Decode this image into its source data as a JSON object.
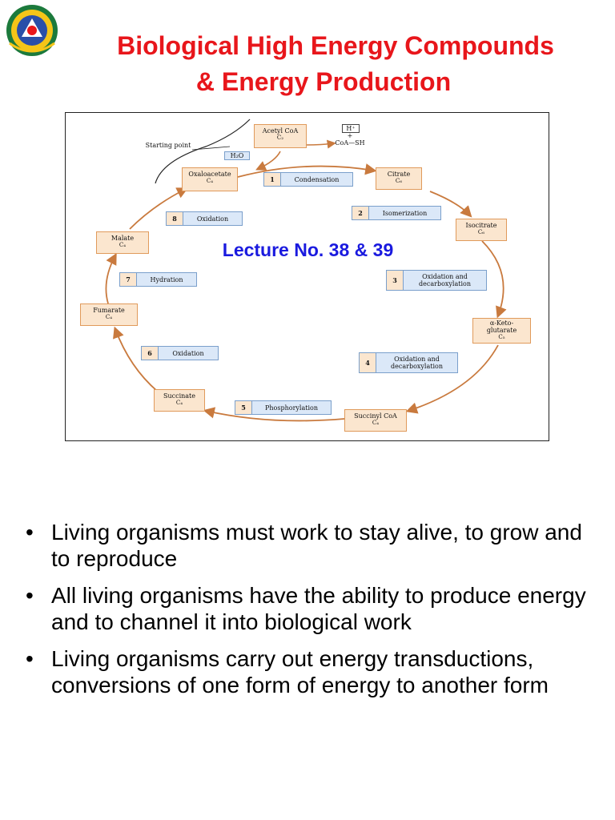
{
  "slide": {
    "title_line1": "Biological High Energy Compounds",
    "title_line2": "& Energy  Production",
    "lecture": "Lecture No. 38 & 39"
  },
  "logo": {
    "icon": "university-seal-icon",
    "colors": [
      "#1c7a3c",
      "#f5c518",
      "#2a4fa8",
      "#e8161b"
    ]
  },
  "diagram": {
    "starting_point": "Starting point",
    "h2o": "H₂O",
    "acetyl_coa": {
      "name": "Acetyl CoA",
      "sub": "C₂"
    },
    "h_plus": "H⁺",
    "plus": "+",
    "coa_sh": "CoA—SH",
    "nodes": {
      "oxaloacetate": {
        "name": "Oxaloacetate",
        "sub": "C₄"
      },
      "citrate": {
        "name": "Citrate",
        "sub": "C₆"
      },
      "isocitrate": {
        "name": "Isocitrate",
        "sub": "C₆"
      },
      "ketoglutarate": {
        "name": "α-Keto-",
        "name2": "glutarate",
        "sub": "C₅"
      },
      "succinyl_coa": {
        "name": "Succinyl CoA",
        "sub": "C₄"
      },
      "succinate": {
        "name": "Succinate",
        "sub": "C₄"
      },
      "fumarate": {
        "name": "Fumarate",
        "sub": "C₄"
      },
      "malate": {
        "name": "Malate",
        "sub": "C₄"
      }
    },
    "steps": [
      {
        "num": "1",
        "label": "Condensation"
      },
      {
        "num": "2",
        "label": "Isomerization"
      },
      {
        "num": "3",
        "label": "Oxidation and decarboxylation"
      },
      {
        "num": "4",
        "label": "Oxidation and decarboxylation"
      },
      {
        "num": "5",
        "label": "Phosphorylation"
      },
      {
        "num": "6",
        "label": "Oxidation"
      },
      {
        "num": "7",
        "label": "Hydration"
      },
      {
        "num": "8",
        "label": "Oxidation"
      }
    ],
    "arrow_color": "#c97a3e"
  },
  "bullets": [
    "Living organisms must work to stay alive, to grow and to reproduce",
    "All living organisms  have the ability to produce energy and to channel it into biological work",
    "Living organisms carry out energy transductions, conversions of one form of energy to another form"
  ],
  "bullet_glyph": "•",
  "colors": {
    "title": "#e8161b",
    "lecture": "#1a1adf"
  }
}
